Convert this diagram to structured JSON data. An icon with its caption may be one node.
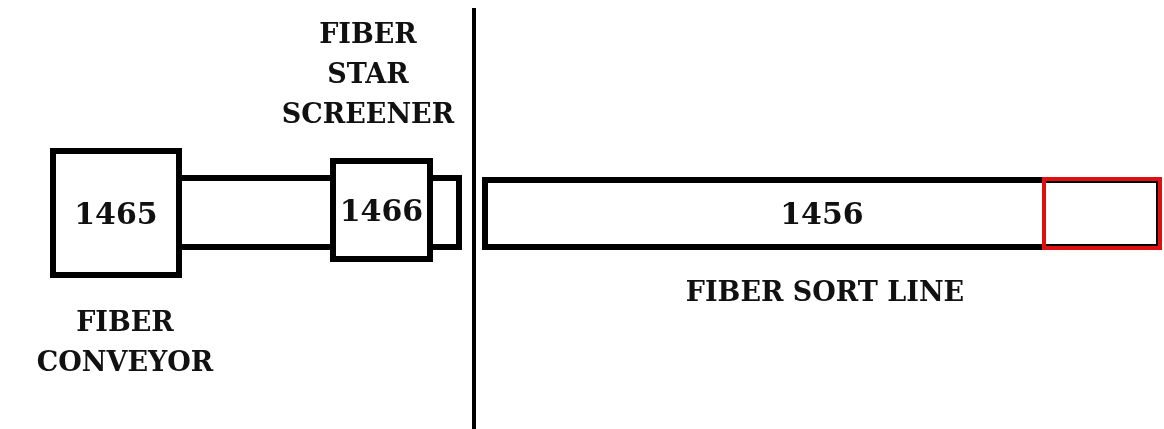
{
  "diagram": {
    "nodes": [
      {
        "text": [
          "1465"
        ],
        "beside": [
          "FIBER CONVEYOR"
        ]
      },
      {
        "text": [
          "1466"
        ],
        "beside": [
          "FIBER STAR SCREENER"
        ]
      },
      {
        "text": [
          "1456"
        ],
        "beside": [
          "FIBER SORT LINE"
        ]
      },
      {
        "text": [],
        "shape": "box",
        "in": 2
      }
    ]
  }
}
